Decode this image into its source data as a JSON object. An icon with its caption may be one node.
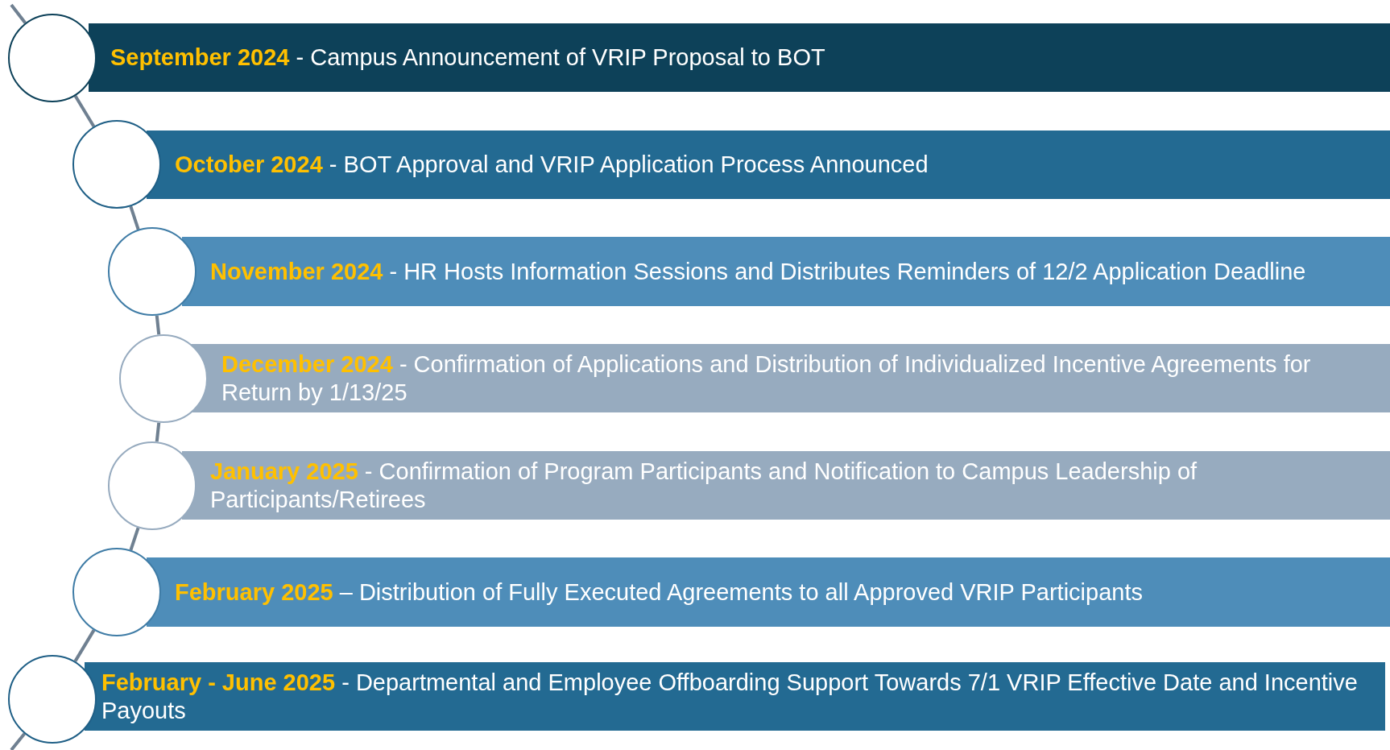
{
  "diagram": {
    "nodes": [
      {
        "text": [],
        "shape": "circle"
      },
      {
        "text": [
          "**September 2024** - Campus Announcement of VRIP Proposal to BOT"
        ]
      },
      {
        "text": [],
        "shape": "circle"
      },
      {
        "text": [
          "**October 2024** - BOT Approval and VRIP Application Process Announced"
        ]
      },
      {
        "text": [],
        "shape": "circle"
      },
      {
        "text": [
          "**November 2024** - HR Hosts Information Sessions and Distributes Reminders of 12/2 Application Deadline"
        ]
      },
      {
        "text": [],
        "shape": "circle"
      },
      {
        "text": [
          "**December 2024** - Confirmation of Applications and Distribution of Individualized Incentive Agreements for Return by 1/13/25"
        ]
      },
      {
        "text": [],
        "shape": "circle"
      },
      {
        "text": [
          "**January 2025** - Confirmation of Program Participants and Notification to Campus Leadership of Participants/Retirees"
        ]
      },
      {
        "text": [],
        "shape": "circle"
      },
      {
        "text": [
          "**February 2025** – Distribution of Fully Executed Agreements to all Approved VRIP Participants"
        ]
      },
      {
        "text": [],
        "shape": "circle"
      },
      {
        "text": [
          "**February - June 2025** - Departmental and Employee Offboarding Support Towards 7/1 VRIP Effective Date and Incentive Payouts"
        ]
      }
    ],
    "edges": [
      {
        "from": null,
        "to": 0,
        "arrow": "none"
      },
      {
        "from": 0,
        "to": 2,
        "arrow": "none"
      },
      {
        "from": 2,
        "to": 4,
        "arrow": "none"
      },
      {
        "from": 4,
        "to": 6,
        "arrow": "none"
      },
      {
        "from": 6,
        "to": 8,
        "arrow": "none"
      },
      {
        "from": 8,
        "to": 10,
        "arrow": "none"
      },
      {
        "from": 10,
        "to": 12,
        "arrow": "none"
      },
      {
        "from": 12,
        "to": null,
        "arrow": "none"
      }
    ]
  }
}
